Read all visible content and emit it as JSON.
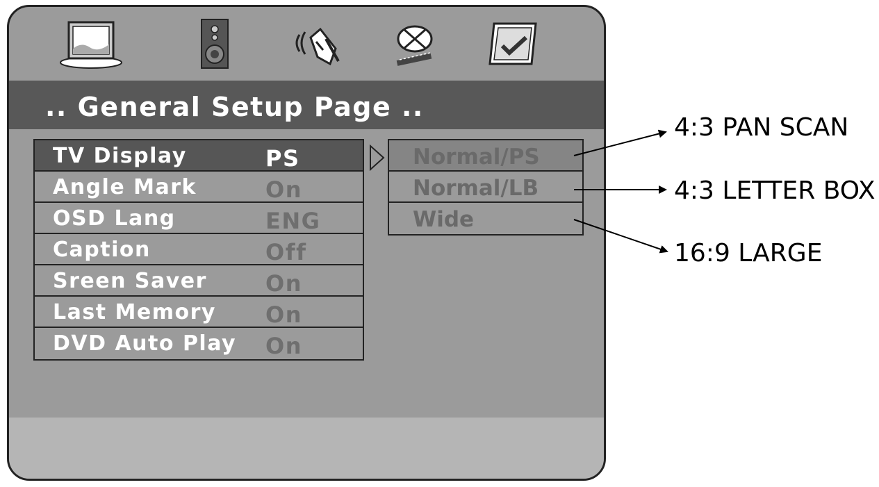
{
  "icons": [
    "tv-display-icon",
    "speaker-icon",
    "audio-icon",
    "preference-icon",
    "exit-icon"
  ],
  "title": ".. General Setup Page ..",
  "menu": [
    {
      "label": "TV Display",
      "value": "PS"
    },
    {
      "label": "Angle Mark",
      "value": "On"
    },
    {
      "label": "OSD  Lang",
      "value": "ENG"
    },
    {
      "label": "Caption",
      "value": "Off"
    },
    {
      "label": "Sreen Saver",
      "value": "On"
    },
    {
      "label": "Last Memory",
      "value": "On"
    },
    {
      "label": "DVD Auto Play",
      "value": "On"
    }
  ],
  "submenu": [
    {
      "label": "Normal/PS"
    },
    {
      "label": "Normal/LB"
    },
    {
      "label": "Wide"
    }
  ],
  "callouts": [
    "4:3 PAN SCAN",
    "4:3 LETTER BOX",
    "16:9 LARGE"
  ],
  "colors": {
    "panel": "#9b9b9b",
    "title_bar": "#585858",
    "selected_row": "#565656",
    "dim_text": "#6f6f6f"
  }
}
